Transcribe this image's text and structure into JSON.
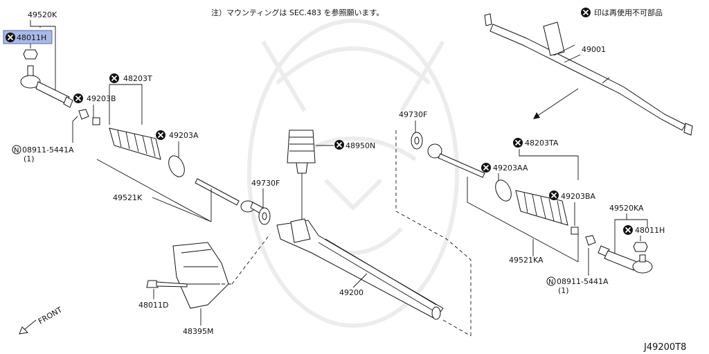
{
  "header": {
    "note": "注）マウンティングは SEC.483 を参照願います。",
    "legend_text": "印は再使用不可部品"
  },
  "footer": {
    "diagram_code": "J49200T8"
  },
  "front_label": "FRONT",
  "parts": {
    "p49520K": "49520K",
    "p48011H": "48011H",
    "p48203T": "48203T",
    "p49203B": "49203B",
    "p49203A": "49203A",
    "p08911L": "08911-5441A",
    "p08911L_qty": "(1)",
    "p49521K": "49521K",
    "p49730F_c": "49730F",
    "p48950N": "48950N",
    "p49730F_r": "49730F",
    "p49001": "49001",
    "p48203TA": "48203TA",
    "p49203AA": "49203AA",
    "p49203BA": "49203BA",
    "p49520KA": "49520KA",
    "p48011H_r": "48011H",
    "p49521KA": "49521KA",
    "p08911R": "08911-5441A",
    "p08911R_qty": "(1)",
    "p49200": "49200",
    "p48011D": "48011D",
    "p48395M": "48395M"
  }
}
